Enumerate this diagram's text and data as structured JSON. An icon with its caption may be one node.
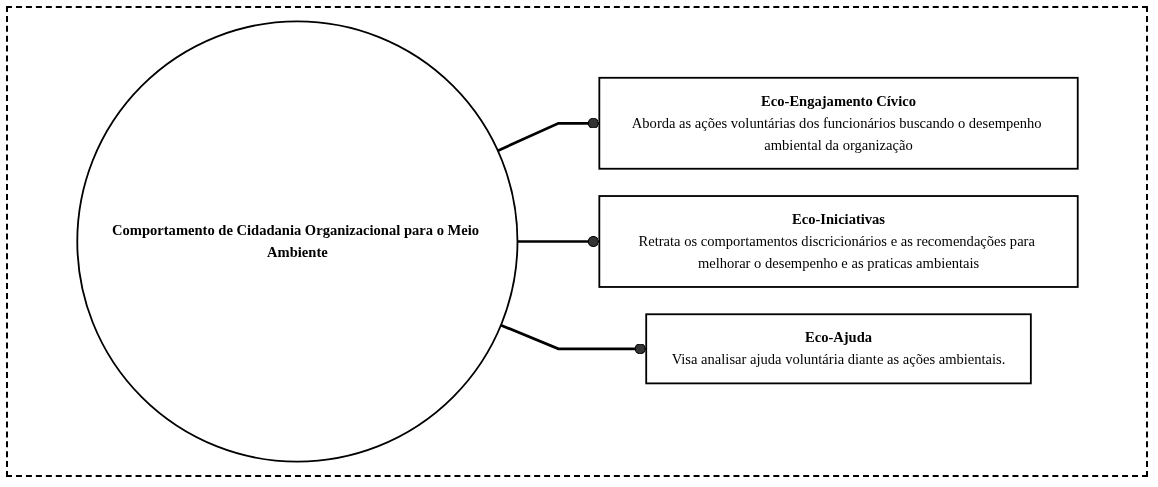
{
  "diagram": {
    "nodes": [
      {
        "text": [
          "Comportamento de Cidadania Organizacional para o Meio Ambiente"
        ]
      },
      {
        "text": [
          "Eco-Engajamento Cívico",
          "Aborda as ações voluntárias dos funcionários buscando o desempenho ambiental da organização"
        ]
      },
      {
        "text": [
          "Eco-Iniciativas",
          "Retrata os comportamentos discricionários e as recomendações para melhorar o desempenho e as praticas ambientais"
        ]
      },
      {
        "text": [
          "Eco-Ajuda",
          "Visa analisar ajuda voluntária diante as ações ambientais."
        ]
      }
    ],
    "edges": [
      {
        "from": 0,
        "to": 1,
        "arrow": "other"
      },
      {
        "from": 0,
        "to": 2,
        "arrow": "other"
      },
      {
        "from": 0,
        "to": 3,
        "arrow": "other"
      }
    ]
  }
}
